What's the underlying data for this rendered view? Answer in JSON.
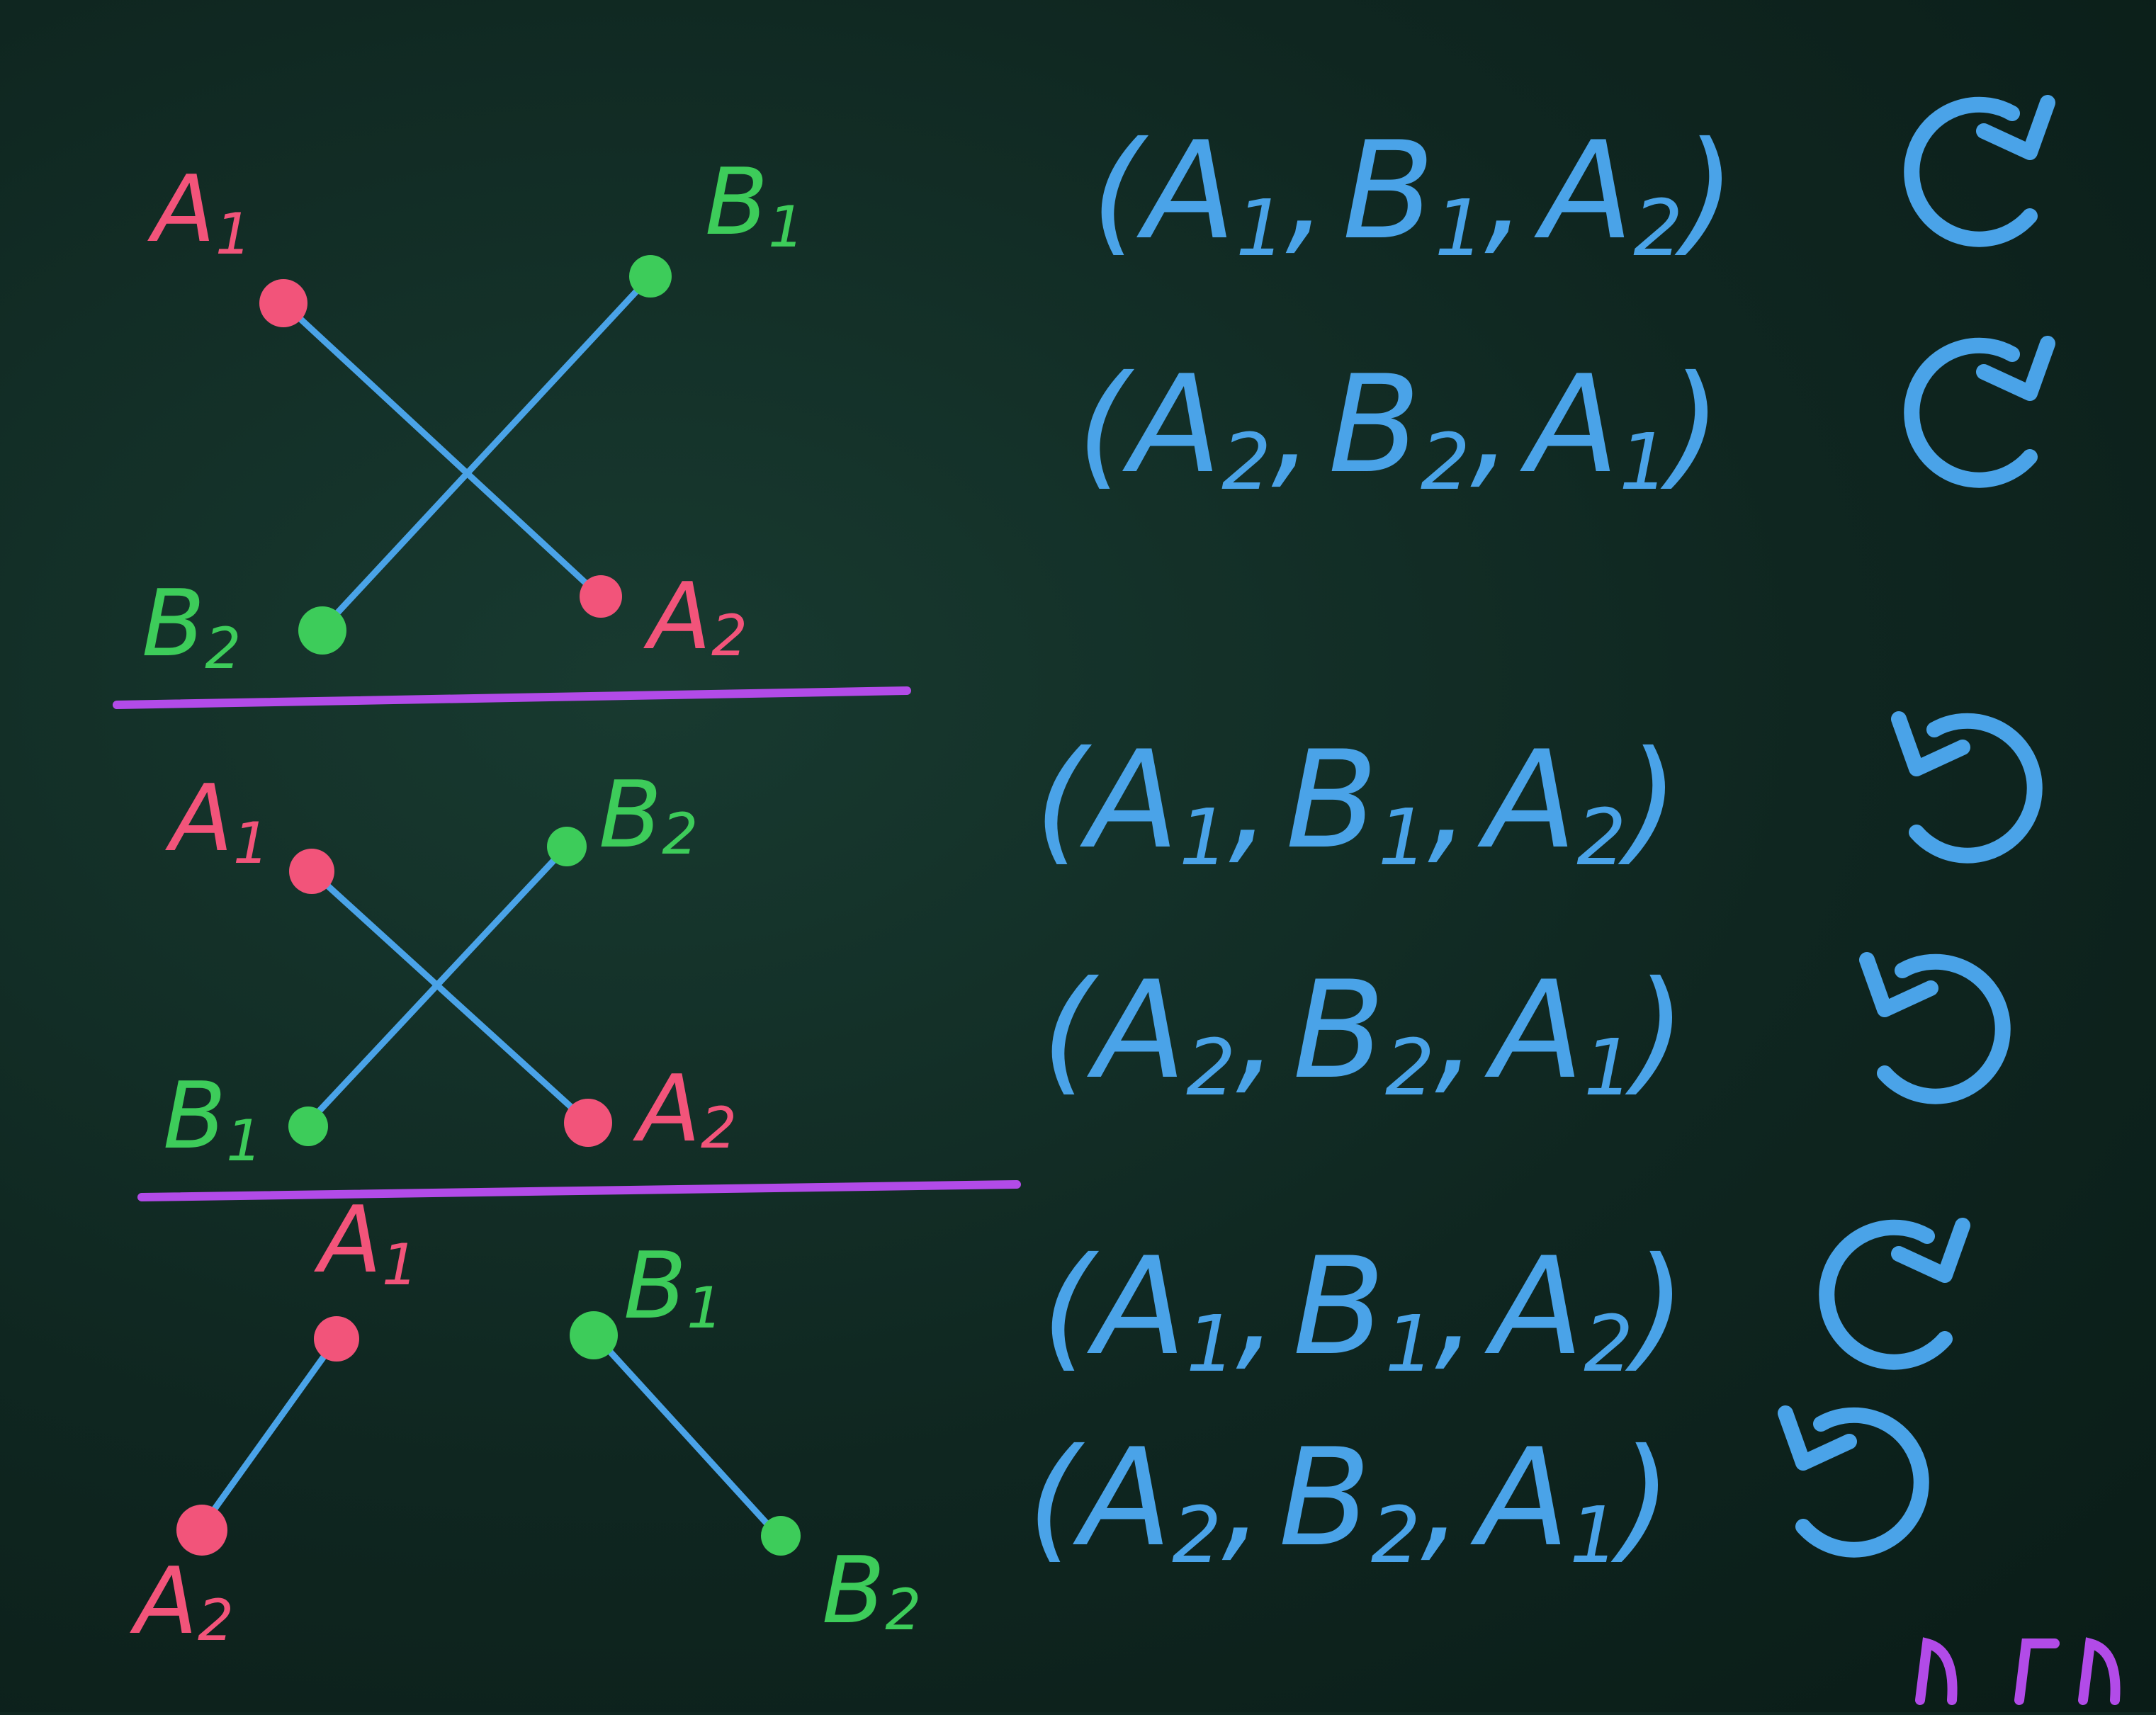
{
  "colors": {
    "board": "#0f2620",
    "red_chalk": "#f2547a",
    "green_chalk": "#3dcc5a",
    "blue_chalk": "#4aa3e8",
    "purple_chalk": "#b24be8"
  },
  "diagrams": [
    {
      "a1": {
        "letter": "A",
        "sub": "1"
      },
      "a2": {
        "letter": "A",
        "sub": "2"
      },
      "b_top": {
        "letter": "B",
        "sub": "1"
      },
      "b_bottom": {
        "letter": "B",
        "sub": "2"
      }
    },
    {
      "a1": {
        "letter": "A",
        "sub": "1"
      },
      "a2": {
        "letter": "A",
        "sub": "2"
      },
      "b_top": {
        "letter": "B",
        "sub": "2"
      },
      "b_bottom": {
        "letter": "B",
        "sub": "1"
      }
    },
    {
      "a1": {
        "letter": "A",
        "sub": "1"
      },
      "a2": {
        "letter": "A",
        "sub": "2"
      },
      "b_top": {
        "letter": "B",
        "sub": "1"
      },
      "b_bottom": {
        "letter": "B",
        "sub": "2"
      }
    }
  ],
  "tuples": [
    {
      "open": "(",
      "p1": "A",
      "s1": "1",
      "p2": "B",
      "s2": "1",
      "p3": "A",
      "s3": "2",
      "close": ")",
      "sep": ",",
      "rotation": "clockwise"
    },
    {
      "open": "(",
      "p1": "A",
      "s1": "2",
      "p2": "B",
      "s2": "2",
      "p3": "A",
      "s3": "1",
      "close": ")",
      "sep": ",",
      "rotation": "clockwise"
    },
    {
      "open": "(",
      "p1": "A",
      "s1": "1",
      "p2": "B",
      "s2": "1",
      "p3": "A",
      "s3": "2",
      "close": ")",
      "sep": ",",
      "rotation": "counterclockwise"
    },
    {
      "open": "(",
      "p1": "A",
      "s1": "2",
      "p2": "B",
      "s2": "2",
      "p3": "A",
      "s3": "1",
      "close": ")",
      "sep": ",",
      "rotation": "counterclockwise"
    },
    {
      "open": "(",
      "p1": "A",
      "s1": "1",
      "p2": "B",
      "s2": "1",
      "p3": "A",
      "s3": "2",
      "close": ")",
      "sep": ",",
      "rotation": "clockwise"
    },
    {
      "open": "(",
      "p1": "A",
      "s1": "2",
      "p2": "B",
      "s2": "2",
      "p3": "A",
      "s3": "1",
      "close": ")",
      "sep": ",",
      "rotation": "counterclockwise"
    }
  ]
}
